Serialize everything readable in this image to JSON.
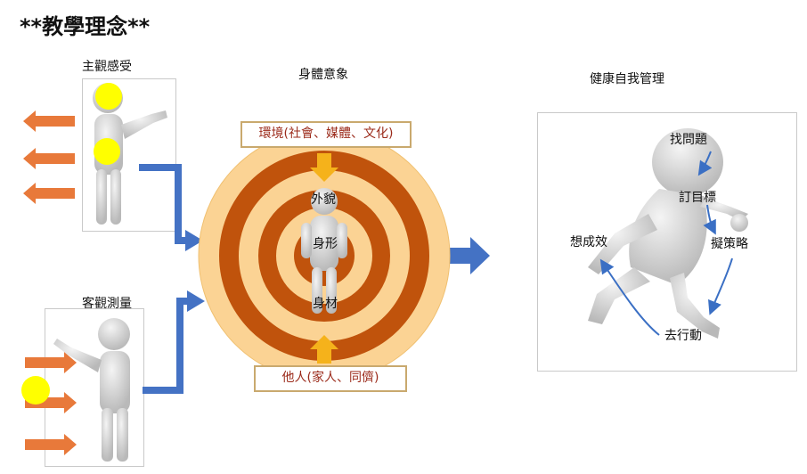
{
  "page": {
    "title": "**教學理念**"
  },
  "left": {
    "subjective_label": "主觀感受",
    "objective_label": "客觀測量"
  },
  "center": {
    "heading": "身體意象",
    "environment_label": "環境(社會、媒體、文化)",
    "others_label": "他人(家人、同儕)",
    "rings": [
      "外貌",
      "身形",
      "身材"
    ]
  },
  "right": {
    "heading": "健康自我管理",
    "steps": [
      "找問題",
      "訂目標",
      "擬策略",
      "去行動",
      "想成效"
    ]
  },
  "colors": {
    "ring_dark": "#c0530c",
    "ring_light": "#fbd394",
    "outer_disc": "#fbd394",
    "arrow_orange": "#e8793a",
    "arrow_blue": "#4472c4",
    "highlight_yellow": "#ffff00",
    "context_text": "#9b2a1a",
    "context_border": "#c9a96e",
    "cycle_arrow": "#3a6fc4"
  }
}
